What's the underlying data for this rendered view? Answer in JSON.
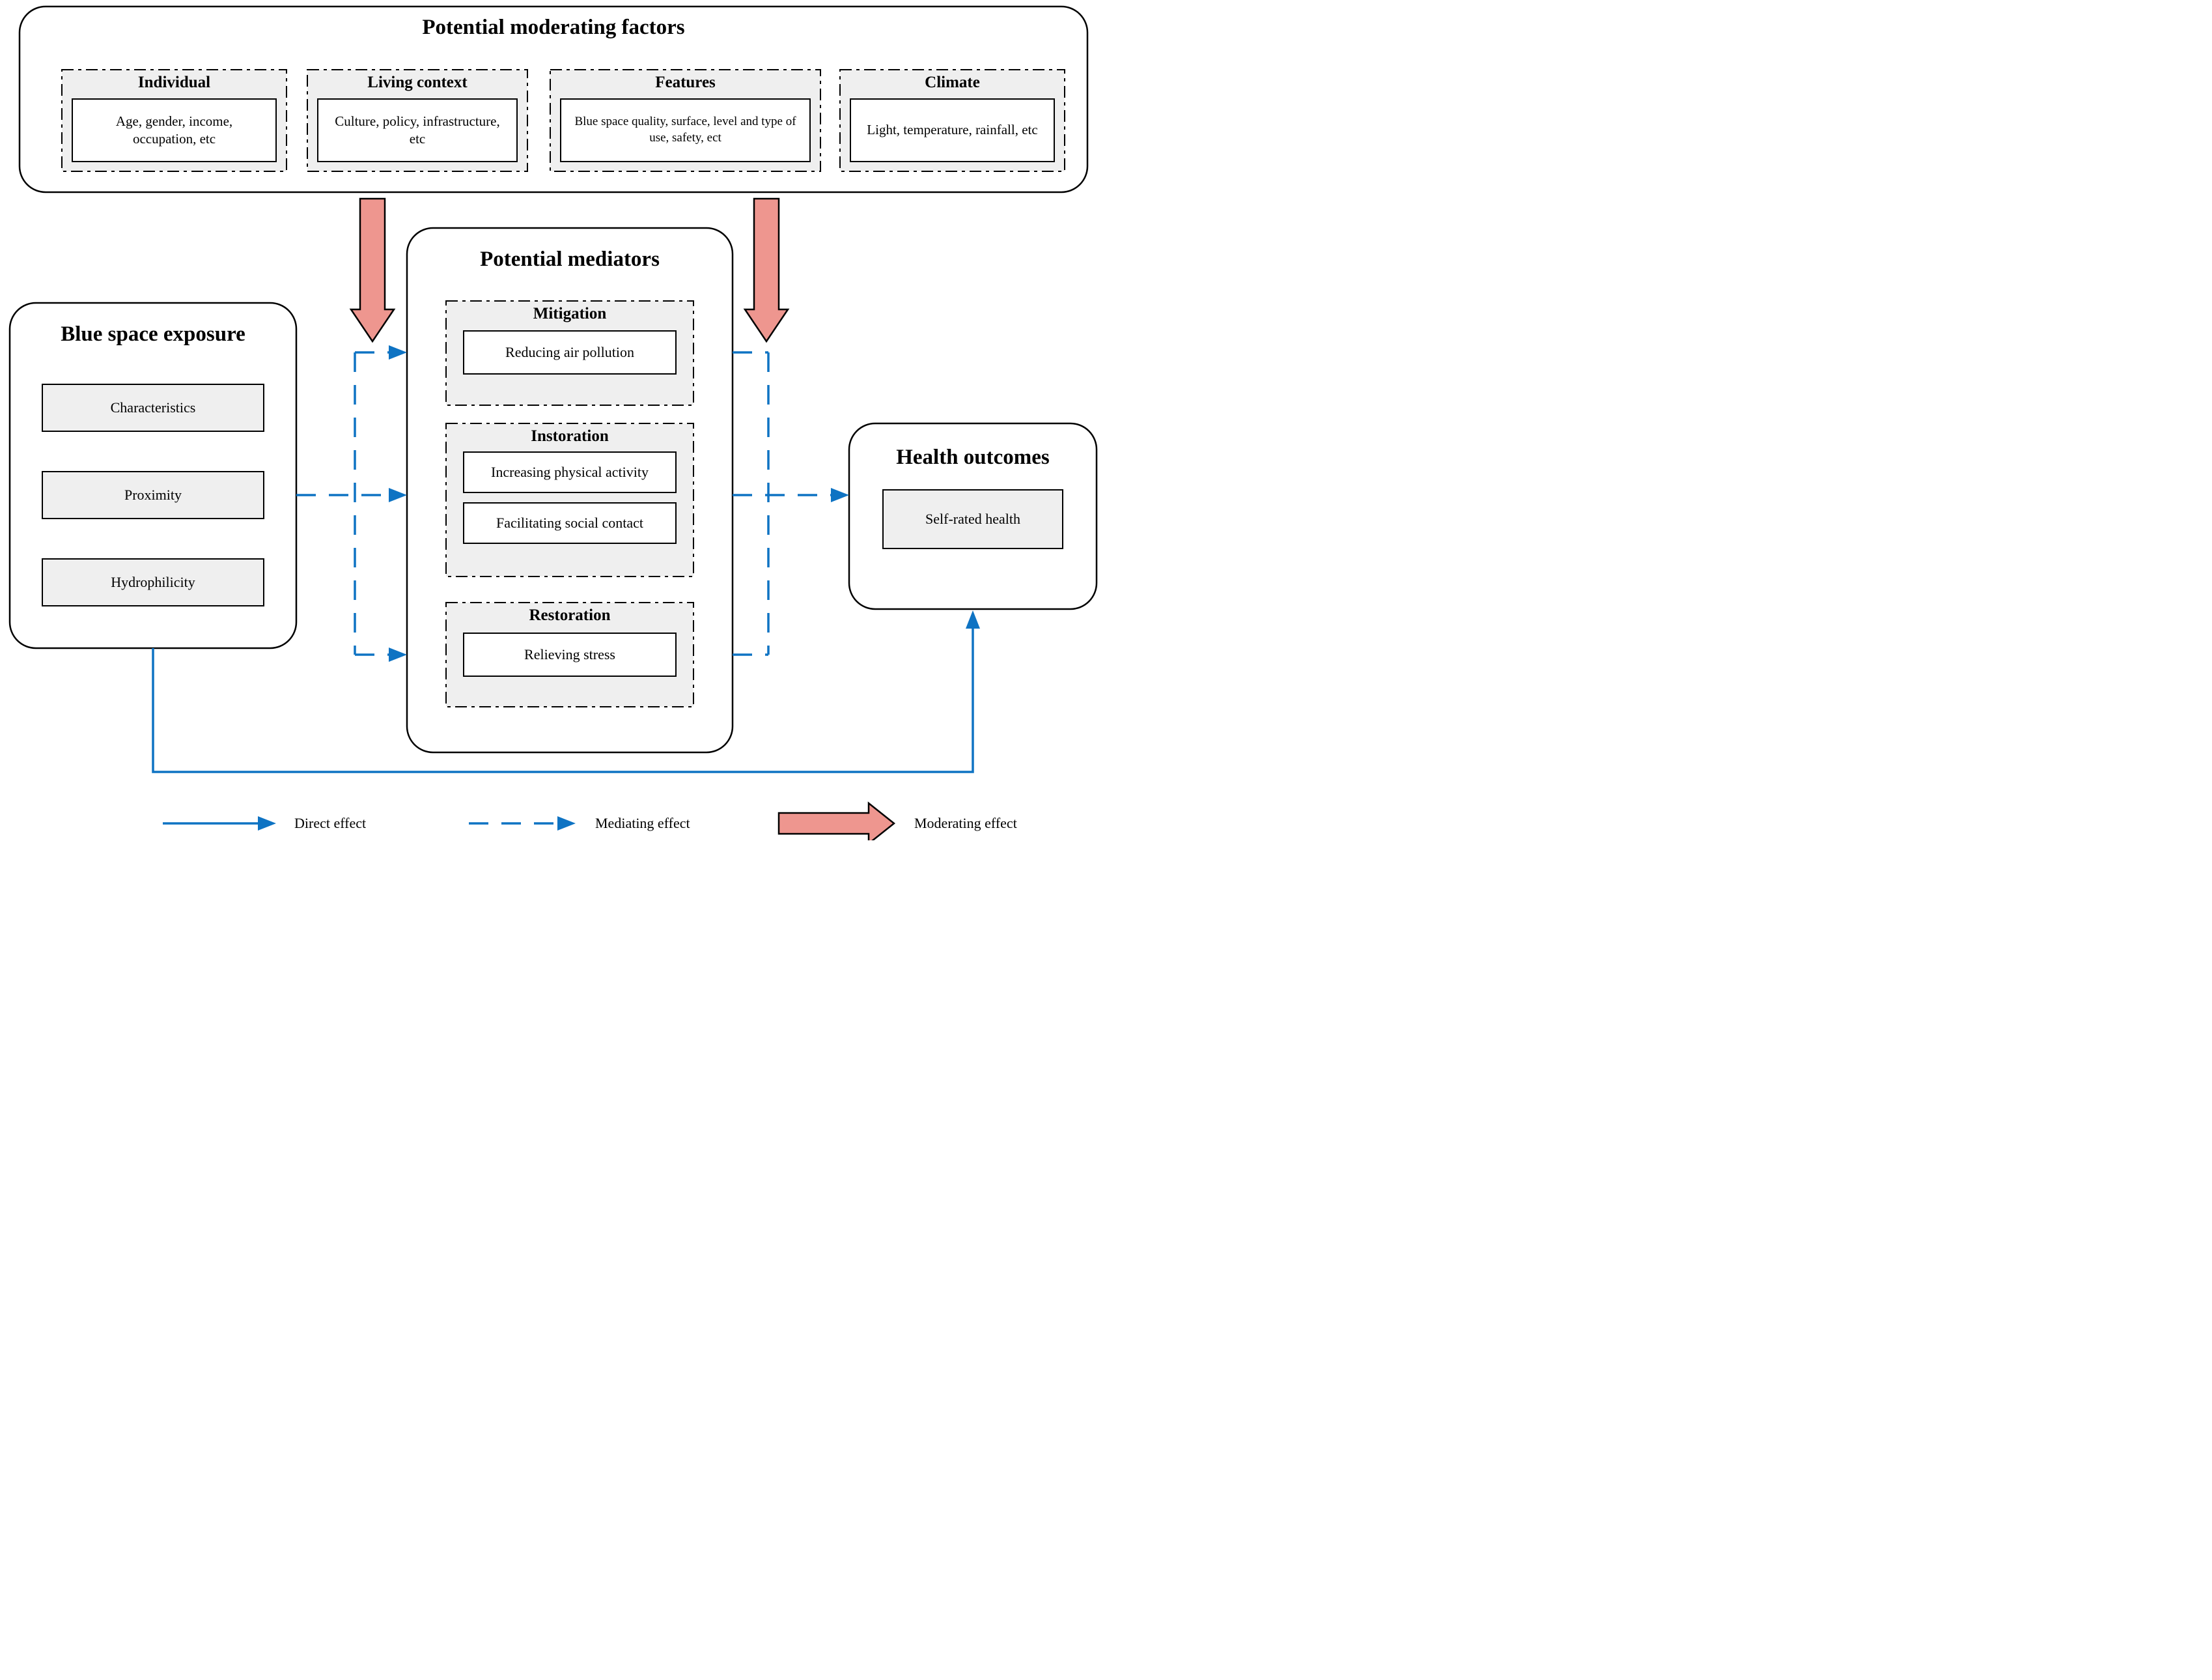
{
  "moderating": {
    "title": "Potential moderating factors",
    "groups": [
      {
        "title": "Individual",
        "detail": "Age, gender, income, occupation, etc"
      },
      {
        "title": "Living context",
        "detail": "Culture, policy, infrastructure, etc"
      },
      {
        "title": "Features",
        "detail": "Blue space quality, surface, level and type of use, safety, ect"
      },
      {
        "title": "Climate",
        "detail": "Light, temperature, rainfall, etc"
      }
    ]
  },
  "exposure": {
    "title": "Blue space exposure",
    "items": [
      "Characteristics",
      "Proximity",
      "Hydrophilicity"
    ]
  },
  "mediators": {
    "title": "Potential mediators",
    "sections": [
      {
        "title": "Mitigation",
        "items": [
          "Reducing air pollution"
        ]
      },
      {
        "title": "Instoration",
        "items": [
          "Increasing physical activity",
          "Facilitating social contact"
        ]
      },
      {
        "title": "Restoration",
        "items": [
          "Relieving stress"
        ]
      }
    ]
  },
  "outcomes": {
    "title": "Health outcomes",
    "items": [
      "Self-rated health"
    ]
  },
  "legend": {
    "direct": "Direct effect",
    "mediating": "Mediating effect",
    "moderating": "Moderating effect"
  },
  "colors": {
    "direct_blue": "#0e73c3",
    "moderating_pink": "#ee968f",
    "panel_gray": "#efefef",
    "line_black": "#000000"
  }
}
